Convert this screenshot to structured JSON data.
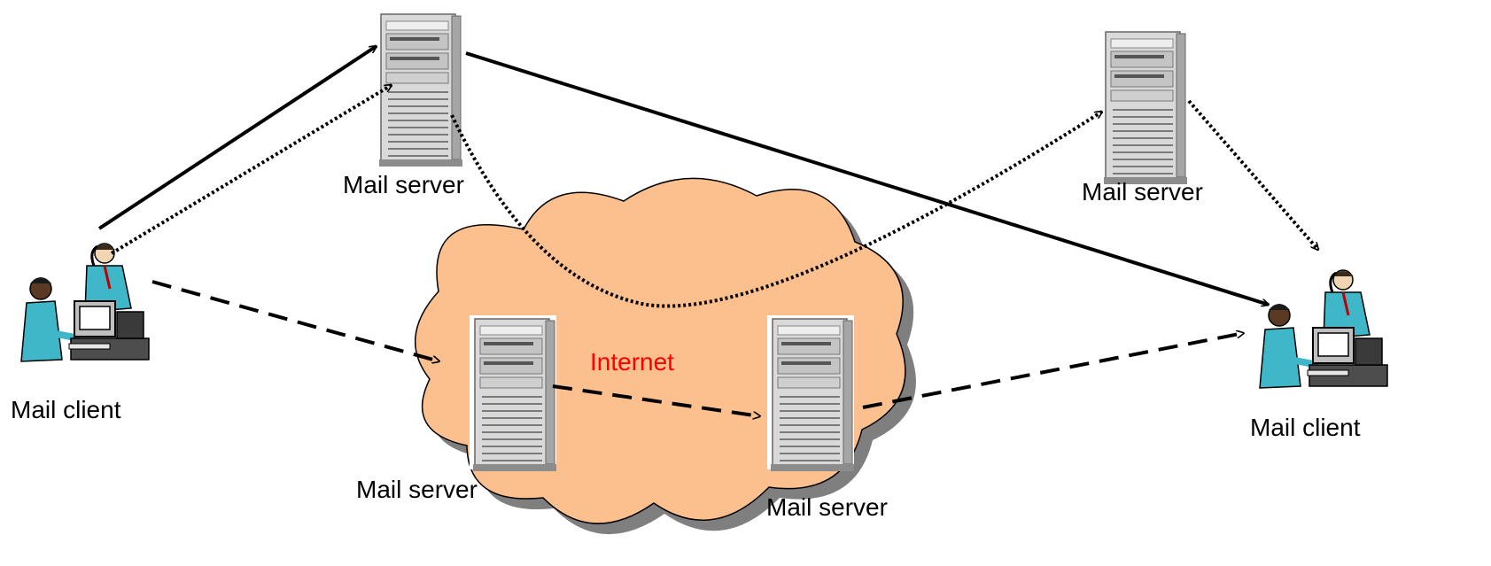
{
  "labels": {
    "internet": "Internet",
    "mail_server_top_left": "Mail server",
    "mail_server_top_right": "Mail server",
    "mail_server_cloud_left": "Mail server",
    "mail_server_cloud_right": "Mail server",
    "mail_client_left": "Mail client",
    "mail_client_right": "Mail client"
  },
  "colors": {
    "cloud_fill": "#fcbf8e",
    "cloud_shadow": "#7f7f7f",
    "internet_text": "#ff0000",
    "server_body": "#d9d9d9",
    "arrow": "#000000",
    "person_shirt": "#3fb7c9"
  },
  "icons": [
    "server-icon",
    "mail-client-people-icon",
    "cloud-icon"
  ],
  "connections": [
    {
      "style": "solid",
      "from": "mail-client-left",
      "to": "mail-server-top-left"
    },
    {
      "style": "solid",
      "from": "mail-server-top-left",
      "to": "mail-client-right"
    },
    {
      "style": "dotted",
      "from": "mail-client-left",
      "to": "mail-server-top-left"
    },
    {
      "style": "dotted",
      "from": "mail-server-top-left",
      "to": "mail-server-top-right"
    },
    {
      "style": "dotted",
      "from": "mail-server-top-right",
      "to": "mail-client-right"
    },
    {
      "style": "dashed",
      "from": "mail-client-left",
      "to": "mail-server-cloud-left"
    },
    {
      "style": "dashed",
      "from": "mail-server-cloud-left",
      "to": "mail-server-cloud-right"
    },
    {
      "style": "dashed",
      "from": "mail-server-cloud-right",
      "to": "mail-client-right"
    }
  ]
}
